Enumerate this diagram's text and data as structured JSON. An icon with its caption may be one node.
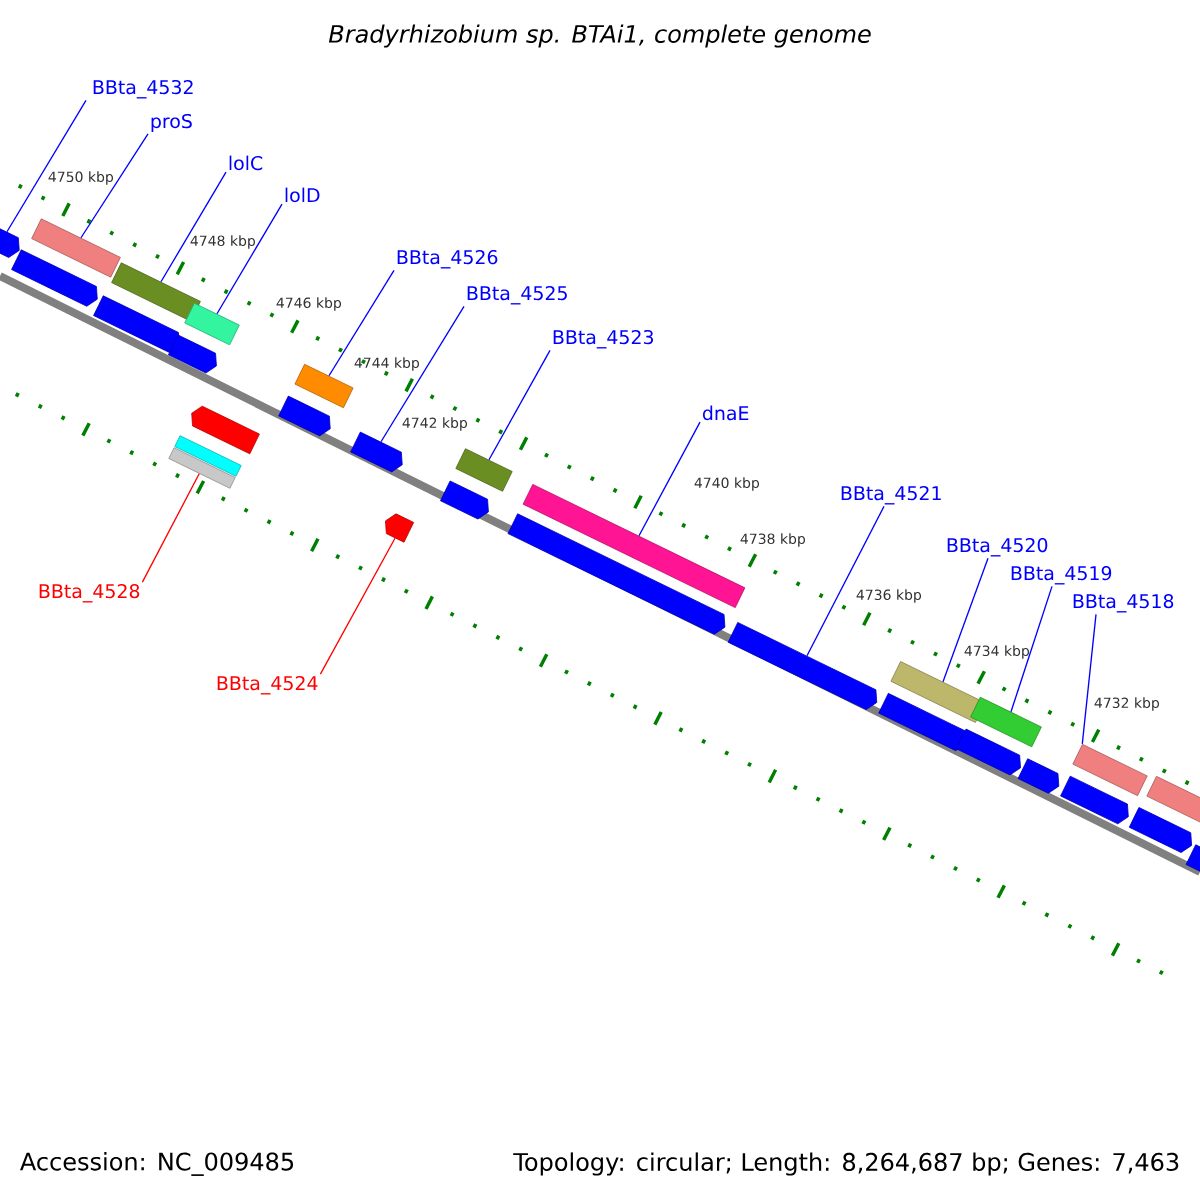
{
  "diagram": {
    "title": "Bradyrhizobium sp. BTAi1, complete genome",
    "nodes": [
      {
        "text": [
          "BBta_4532"
        ]
      },
      {
        "text": [
          "proS"
        ]
      },
      {
        "text": [
          "lolC"
        ]
      },
      {
        "text": [
          "lolD"
        ]
      },
      {
        "text": [
          "BBta_4526"
        ]
      },
      {
        "text": [
          "BBta_4525"
        ]
      },
      {
        "text": [
          "BBta_4523"
        ]
      },
      {
        "text": [
          "dnaE"
        ]
      },
      {
        "text": [
          "BBta_4521"
        ]
      },
      {
        "text": [
          "BBta_4520"
        ]
      },
      {
        "text": [
          "BBta_4519"
        ]
      },
      {
        "text": [
          "BBta_4528"
        ]
      },
      {
        "text": [
          "BBta_4518"
        ]
      },
      {
        "text": [
          "BBta_4524"
        ]
      },
      {
        "text": [],
        "shape": "bar"
      },
      {
        "text": [],
        "shape": "bar"
      },
      {
        "text": [],
        "shape": "bar"
      },
      {
        "text": [],
        "shape": "bar"
      },
      {
        "text": [],
        "shape": "bar"
      },
      {
        "text": [],
        "shape": "bar"
      },
      {
        "text": [],
        "shape": "bar"
      },
      {
        "text": [],
        "shape": "bar"
      },
      {
        "text": [],
        "shape": "bar"
      },
      {
        "text": [],
        "shape": "bar"
      },
      {
        "text": [],
        "shape": "bar"
      },
      {
        "text": [],
        "shape": "bar"
      },
      {
        "text": [],
        "shape": "bar"
      },
      {
        "text": [],
        "shape": "bar"
      },
      {
        "text": [],
        "shape": "bar"
      },
      {
        "text": [],
        "shape": "bar"
      },
      {
        "text": [],
        "shape": "bar"
      },
      {
        "text": [],
        "shape": "bar"
      },
      {
        "text": [],
        "shape": "bar"
      },
      {
        "text": [],
        "shape": "bar"
      },
      {
        "text": [],
        "shape": "bar"
      },
      {
        "text": [],
        "shape": "bar"
      },
      {
        "text": [],
        "shape": "bar"
      },
      {
        "text": [],
        "shape": "bar"
      },
      {
        "text": [],
        "shape": "bar"
      },
      {
        "text": [],
        "shape": "bar"
      },
      {
        "text": [],
        "shape": "bar"
      },
      {
        "text": [],
        "shape": "bar"
      },
      {
        "text": [],
        "shape": "bar"
      }
    ],
    "edges": [
      {
        "from": 0,
        "to": 14,
        "arrow": "none"
      },
      {
        "from": 1,
        "to": 16,
        "arrow": "none"
      },
      {
        "from": 2,
        "to": 18,
        "arrow": "none"
      },
      {
        "from": 3,
        "to": 22,
        "arrow": "none"
      },
      {
        "from": 4,
        "to": 25,
        "arrow": "none"
      },
      {
        "from": 5,
        "to": 26,
        "arrow": "none"
      },
      {
        "from": 6,
        "to": 29,
        "arrow": "none"
      },
      {
        "from": 7,
        "to": 31,
        "arrow": "none"
      },
      {
        "from": 8,
        "to": 32,
        "arrow": "none"
      },
      {
        "from": 9,
        "to": 34,
        "arrow": "none"
      },
      {
        "from": 10,
        "to": 36,
        "arrow": "none"
      },
      {
        "from": 11,
        "to": 20,
        "arrow": "none",
        "color": "#ff0000"
      },
      {
        "from": 12,
        "to": 39,
        "arrow": "none"
      },
      {
        "from": 13,
        "to": 27,
        "arrow": "none",
        "color": "#ff0000"
      }
    ],
    "labels": [
      "4750 kbp",
      "4748 kbp",
      "4746 kbp",
      "4744 kbp",
      "4742 kbp",
      "4740 kbp",
      "4738 kbp",
      "4736 kbp",
      "4734 kbp",
      "4732 kbp",
      "Accession: NC_009485",
      "Topology: circular; Length: 8,264,687 bp; Genes: 7,463"
    ]
  }
}
